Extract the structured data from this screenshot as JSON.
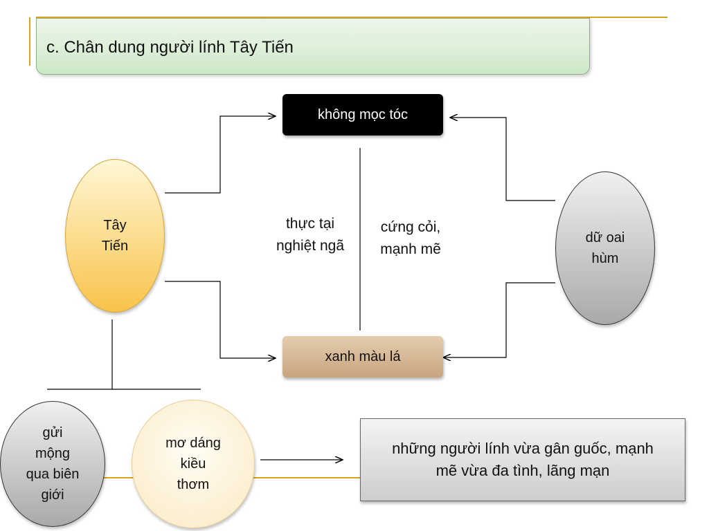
{
  "title": "c. Chân dung người lính Tây Tiến",
  "nodes": {
    "tay_tien": [
      "Tây",
      "Tiến"
    ],
    "khong_moc_toc": "không mọc tóc",
    "xanh_mau_la": "xanh màu lá",
    "du_oai_hum": [
      "dữ oai",
      "hùm"
    ],
    "thuc_tai": [
      "thực tại",
      "nghiệt ngã"
    ],
    "cung_coi": [
      "cứng cỏi,",
      "mạnh mẽ"
    ],
    "gui_mong": [
      "gửi",
      "mộng",
      "qua biên",
      "giới"
    ],
    "mo_dang": [
      "mơ dáng",
      "kiều",
      "thơm"
    ],
    "conclusion": [
      "những người lính vừa gân guốc, mạnh",
      "mẽ vừa đa tình, lãng mạn"
    ]
  },
  "colors": {
    "title_bg": "#d5ead0",
    "accent_line": "#d9a21b",
    "box_black": "#000000",
    "box_tan": "#d4b48e",
    "ellipse_yellow": "#f8c34a",
    "ellipse_gray": "#a9a9a9"
  }
}
